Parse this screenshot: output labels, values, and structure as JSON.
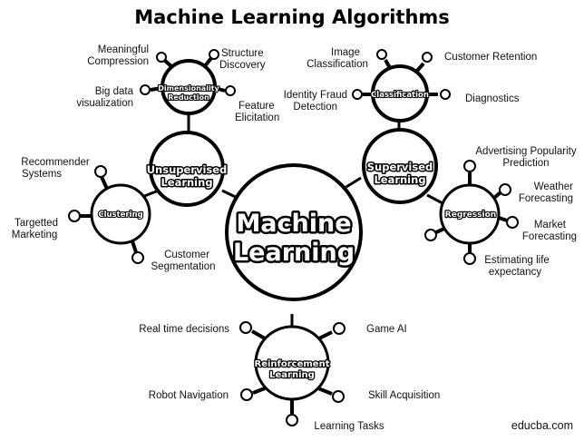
{
  "title": "Machine Learning Algorithms",
  "center": {
    "line1": "Machine",
    "line2": "Learning"
  },
  "unsupervised": {
    "line1": "Unsupervised",
    "line2": "Learning",
    "dimensionality": {
      "line1": "Dimensionality",
      "line2": "Reduction",
      "leaves": {
        "meaningful_compression": [
          "Meaningful",
          "Compression"
        ],
        "structure_discovery": [
          "Structure",
          "Discovery"
        ],
        "big_data_visualization": [
          "Big data",
          "visualization"
        ],
        "feature_elicitation": [
          "Feature",
          "Elicitation"
        ]
      }
    },
    "clustering": {
      "label": "Clustering",
      "leaves": {
        "recommender_systems": [
          "Recommender",
          "Systems"
        ],
        "targetted_marketing": [
          "Targetted",
          "Marketing"
        ],
        "customer_segmentation": [
          "Customer",
          "Segmentation"
        ]
      }
    }
  },
  "supervised": {
    "line1": "Supervised",
    "line2": "Learning",
    "classification": {
      "label": "Classification",
      "leaves": {
        "image_classification": [
          "Image",
          "Classification"
        ],
        "customer_retention": [
          "Customer Retention"
        ],
        "identity_fraud_detection": [
          "Identity Fraud",
          "Detection"
        ],
        "diagnostics": [
          "Diagnostics"
        ]
      }
    },
    "regression": {
      "label": "Regression",
      "leaves": {
        "advertising_popularity_prediction": [
          "Advertising Popularity",
          "Prediction"
        ],
        "weather_forecasting": [
          "Weather",
          "Forecasting"
        ],
        "market_forecasting": [
          "Market",
          "Forecasting"
        ],
        "estimating_life_expectancy": [
          "Estimating life",
          "expectancy"
        ]
      }
    }
  },
  "reinforcement": {
    "line1": "Reinforcement",
    "line2": "Learning",
    "leaves": {
      "real_time_decisions": [
        "Real time decisions"
      ],
      "game_ai": [
        "Game AI"
      ],
      "robot_navigation": [
        "Robot Navigation"
      ],
      "skill_acquisition": [
        "Skill Acquisition"
      ],
      "learning_tasks": [
        "Learning Tasks"
      ]
    }
  },
  "watermark": "educba.com"
}
